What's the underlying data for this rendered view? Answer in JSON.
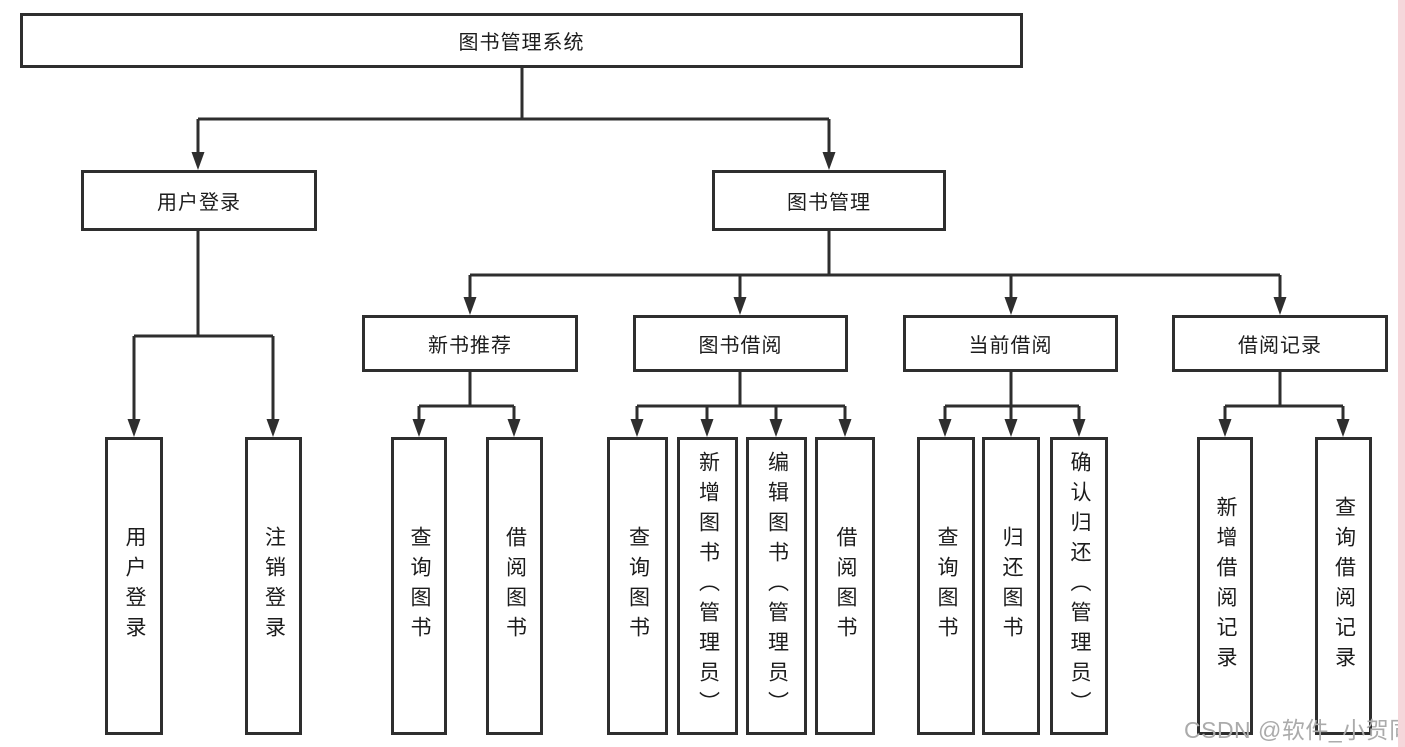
{
  "tree": {
    "root": {
      "label": "图书管理系统"
    },
    "children": [
      {
        "label": "用户登录",
        "children": [
          {
            "label": "用户登录"
          },
          {
            "label": "注销登录"
          }
        ]
      },
      {
        "label": "图书管理",
        "children": [
          {
            "label": "新书推荐",
            "children": [
              {
                "label": "查询图书"
              },
              {
                "label": "借阅图书"
              }
            ]
          },
          {
            "label": "图书借阅",
            "children": [
              {
                "label": "查询图书"
              },
              {
                "label": "新增图书（管理员）"
              },
              {
                "label": "编辑图书（管理员）"
              },
              {
                "label": "借阅图书"
              }
            ]
          },
          {
            "label": "当前借阅",
            "children": [
              {
                "label": "查询图书"
              },
              {
                "label": "归还图书"
              },
              {
                "label": "确认归还（管理员）"
              }
            ]
          },
          {
            "label": "借阅记录",
            "children": [
              {
                "label": "新增借阅记录"
              },
              {
                "label": "查询借阅记录"
              }
            ]
          }
        ]
      }
    ]
  },
  "watermark": {
    "text": "CSDN @软件_小贺同学"
  },
  "colors": {
    "line": "#2e2e2e",
    "text": "#1c1c1c",
    "watermark": "#ababab",
    "accent_strip": "#f5d7db"
  }
}
